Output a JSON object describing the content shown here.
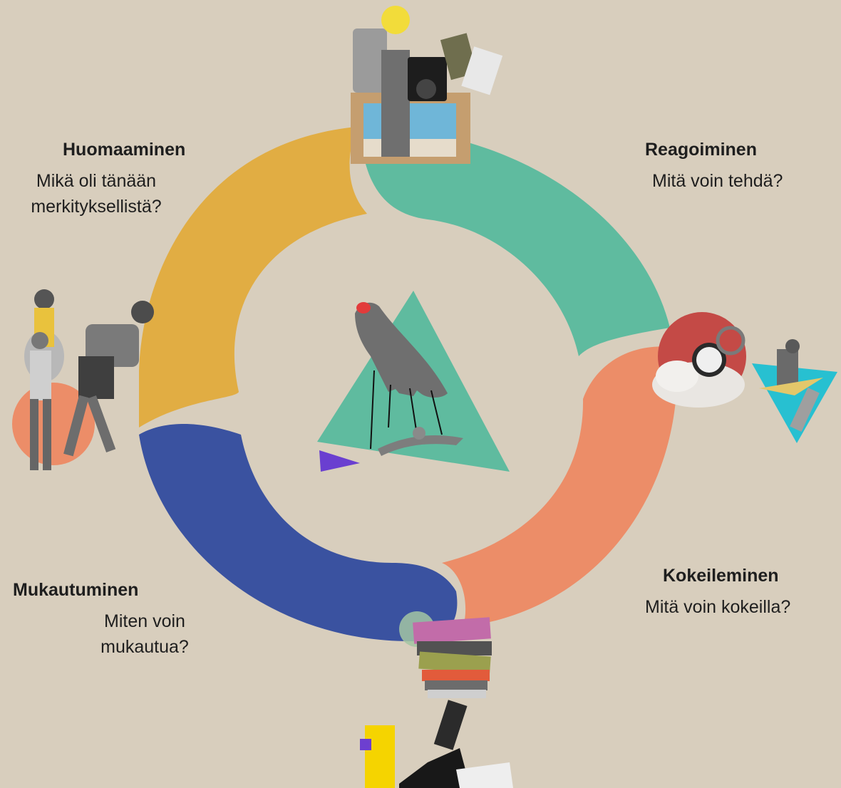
{
  "stages": [
    {
      "title": "Huomaaminen",
      "question": "Mikä oli tänään merkityksellistä?",
      "color": "#e1ad43"
    },
    {
      "title": "Reagoiminen",
      "question": "Mitä voin tehdä?",
      "color": "#5fbb9f"
    },
    {
      "title": "Kokeileminen",
      "question": "Mitä voin kokeilla?",
      "color": "#ec8d68"
    },
    {
      "title": "Mukautuminen",
      "question": "Miten voin mukautua?",
      "color": "#3a52a0"
    }
  ],
  "background": "#d8cebd"
}
